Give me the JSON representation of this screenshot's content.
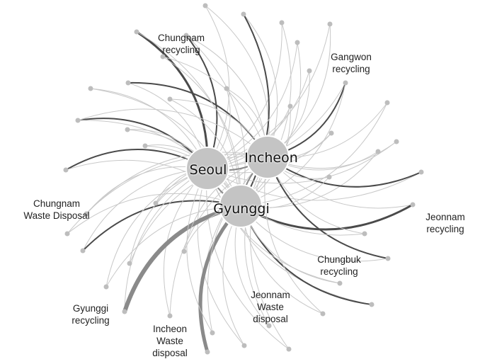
{
  "hubs": {
    "seoul": "Seoul",
    "incheon": "Incheon",
    "gyunggi": "Gyunggi"
  },
  "labels": {
    "chungnam_recycling": "Chungnam\nrecycling",
    "gangwon_recycling": "Gangwon\nrecycling",
    "chungnam_waste": "Chungnam\nWaste Disposal",
    "jeonnam_recycling": "Jeonnam\nrecycling",
    "chungbuk_recycling": "Chungbuk\nrecycling",
    "jeonnam_waste": "Jeonnam\nWaste\ndisposal",
    "gyunggi_recycling": "Gyunggi\nrecycling",
    "incheon_waste": "Incheon\nWaste\ndisposal"
  },
  "colors": {
    "edge_light": "#c8c8c8",
    "edge_mid": "#8a8a8a",
    "edge_dark": "#4a4a4a",
    "node": "#bdbdbd",
    "hub": "#c4c4c4"
  }
}
